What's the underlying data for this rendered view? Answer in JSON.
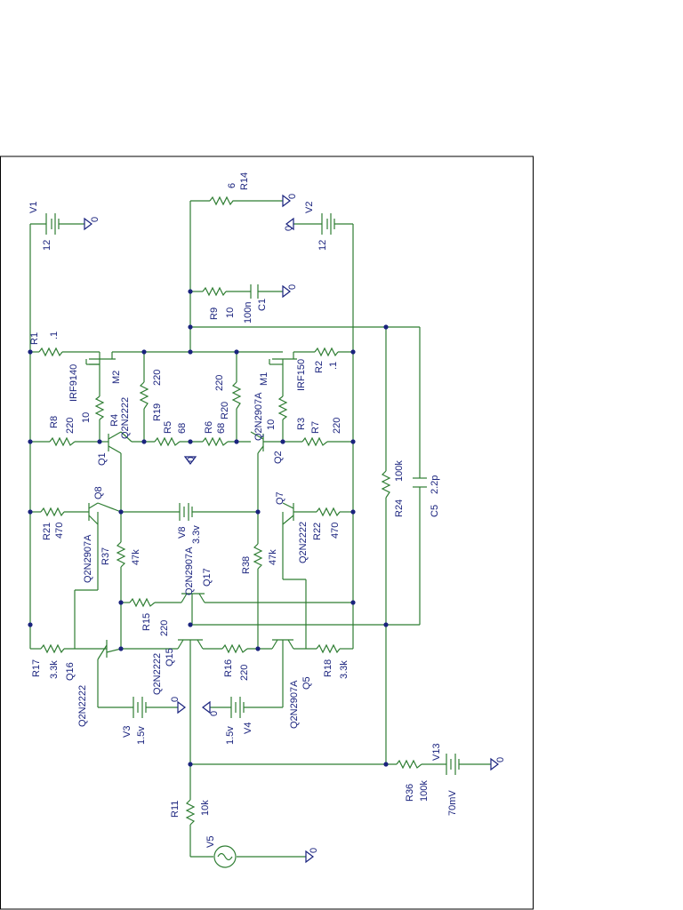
{
  "labels": {
    "V1": "V1",
    "V1_val": "12",
    "V2": "V2",
    "V2_val": "12",
    "R14": "R14",
    "R14_val": "6",
    "R9": "R9",
    "R9_val": "10",
    "C1": "C1",
    "C1_val": "100n",
    "R1": "R1",
    "R1_val": ".1",
    "R2": "R2",
    "R2_val": ".1",
    "M2": "M2",
    "M2_model": "IRF9140",
    "M1": "M1",
    "M1_model": "IRF150",
    "R19": "R19",
    "R19_val": "220",
    "R20": "R20",
    "R20_val": "220",
    "R4": "R4",
    "R4_val": "10",
    "R3": "R3",
    "R3_val": "10",
    "R8": "R8",
    "R8_val": "220",
    "R7": "R7",
    "R7_val": "220",
    "R5": "R5",
    "R5_val": "68",
    "R6": "R6",
    "R6_val": "68",
    "Q1": "Q1",
    "Q1_model": "Q2N2222",
    "Q2": "Q2",
    "Q2_model": "Q2N2907A",
    "Q8": "Q8",
    "Q8_model": "Q2N2907A",
    "Q7": "Q7",
    "Q7_model": "Q2N2222",
    "R21": "R21",
    "R21_val": "470",
    "R22": "R22",
    "R22_val": "470",
    "V8": "V8",
    "V8_val": "3.3v",
    "R37": "R37",
    "R37_val": "47k",
    "R38": "R38",
    "R38_val": "47k",
    "Q17": "Q17",
    "Q17_model": "Q2N2907A",
    "R15": "R15",
    "R15_val": "220",
    "R24": "R24",
    "R24_val": "100k",
    "C5": "C5",
    "C5_val": "2.2p",
    "R17": "R17",
    "R17_val": "3.3k",
    "R18": "R18",
    "R18_val": "3.3k",
    "Q16": "Q16",
    "Q16_model": "Q2N2222",
    "Q15": "Q15",
    "Q15_model": "Q2N2222",
    "R16": "R16",
    "R16_val": "220",
    "Q5": "Q5",
    "Q5_model": "Q2N2907A",
    "V3": "V3",
    "V3_val": "1.5v",
    "V4": "V4",
    "V4_val": "1.5v",
    "R11": "R11",
    "R11_val": "10k",
    "V5": "V5",
    "R36": "R36",
    "R36_val": "100k",
    "V13": "V13",
    "V13_val": "70mV",
    "gnd": "0"
  }
}
